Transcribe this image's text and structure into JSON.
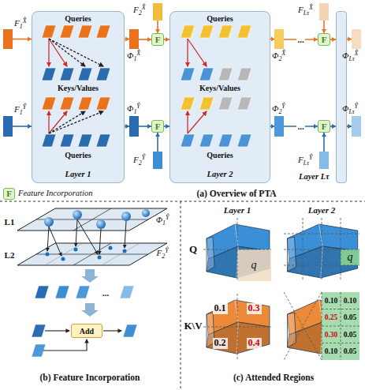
{
  "diagram": {
    "nodes": [
      {
        "text": [
          "F1X̂"
        ]
      },
      {
        "text": [
          "F1Ŷ"
        ]
      },
      {
        "text": [
          "Queries",
          "Keys/Values",
          "Queries",
          "Layer 1"
        ]
      },
      {
        "text": [
          "Φ1X̂"
        ]
      },
      {
        "text": [
          "Φ1Ŷ"
        ]
      },
      {
        "text": [
          "F2X̂"
        ]
      },
      {
        "text": [
          "F"
        ]
      },
      {
        "text": [
          "F2Ŷ"
        ]
      },
      {
        "text": [
          "F"
        ]
      },
      {
        "text": [
          "Queries",
          "Keys/Values",
          "Queries",
          "Layer 2"
        ]
      },
      {
        "text": [
          "Φ2X̂"
        ]
      },
      {
        "text": [
          "Φ2Ŷ"
        ]
      },
      {
        "text": [
          "FLτX̂"
        ]
      },
      {
        "text": [
          "F"
        ]
      },
      {
        "text": [
          "FLτŶ"
        ]
      },
      {
        "text": [
          "F"
        ]
      },
      {
        "text": [
          "Layer Lτ"
        ]
      },
      {
        "text": [
          "ΦLτX̂"
        ]
      },
      {
        "text": [
          "ΦLτŶ"
        ]
      },
      {
        "text": [
          "Add"
        ]
      }
    ],
    "edges": [
      {
        "from": 0,
        "to": 2,
        "arrow": "to"
      },
      {
        "from": 1,
        "to": 2,
        "arrow": "to"
      },
      {
        "from": 2,
        "to": 3,
        "arrow": "to"
      },
      {
        "from": 2,
        "to": 4,
        "arrow": "to"
      },
      {
        "from": 3,
        "to": 6,
        "arrow": "to"
      },
      {
        "from": 5,
        "to": 6,
        "arrow": "to"
      },
      {
        "from": 6,
        "to": 9,
        "arrow": "to"
      },
      {
        "from": 4,
        "to": 8,
        "arrow": "to"
      },
      {
        "from": 7,
        "to": 8,
        "arrow": "to"
      },
      {
        "from": 8,
        "to": 9,
        "arrow": "to"
      },
      {
        "from": 9,
        "to": 10,
        "arrow": "to"
      },
      {
        "from": 9,
        "to": 11,
        "arrow": "to"
      },
      {
        "from": 10,
        "to": 13,
        "label": "...",
        "arrow": "to"
      },
      {
        "from": 12,
        "to": 13,
        "arrow": "to"
      },
      {
        "from": 13,
        "to": 16,
        "arrow": "to"
      },
      {
        "from": 11,
        "to": 15,
        "label": "...",
        "arrow": "to"
      },
      {
        "from": 14,
        "to": 15,
        "arrow": "to"
      },
      {
        "from": 15,
        "to": 16,
        "arrow": "to"
      },
      {
        "from": 16,
        "to": 17,
        "arrow": "to"
      },
      {
        "from": 16,
        "to": 18,
        "arrow": "to"
      }
    ],
    "labels": [
      "F",
      "(a) Overview of PTA",
      "L1",
      "L2",
      "Φ1Ŷ",
      "F2Ŷ",
      "...",
      "(b) Feature Incorporation",
      "Layer 1",
      "Layer 2",
      "Q",
      "K\\V",
      "q",
      "q",
      "0.1",
      "0.3",
      "0.2",
      "0.4",
      "0.10",
      "0.10",
      "0.25",
      "0.05",
      "0.30",
      "0.05",
      "0.10",
      "0.05",
      "(c) Attended Regions"
    ],
    "legend": [
      {
        "text": "Feature Incorporation",
        "color": "#e2f3cf"
      }
    ]
  }
}
